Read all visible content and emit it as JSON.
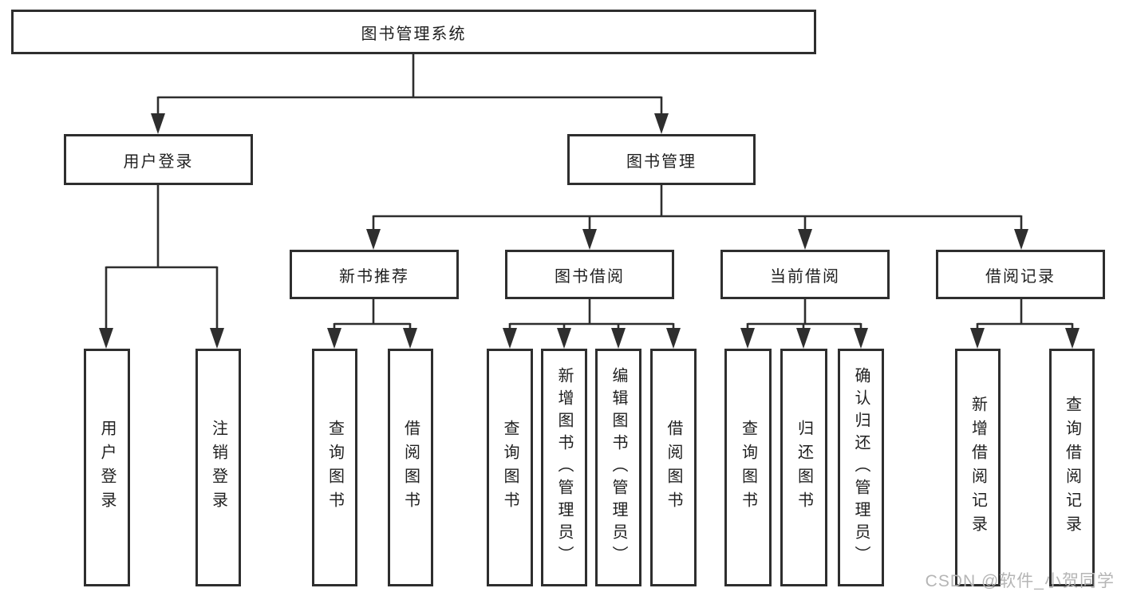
{
  "diagram": {
    "root": {
      "label": "图书管理系统"
    },
    "branches": [
      {
        "label": "用户登录",
        "children": [
          {
            "label": "用户登录"
          },
          {
            "label": "注销登录"
          }
        ]
      },
      {
        "label": "图书管理",
        "children": [
          {
            "label": "新书推荐",
            "children": [
              {
                "label": "查询图书"
              },
              {
                "label": "借阅图书"
              }
            ]
          },
          {
            "label": "图书借阅",
            "children": [
              {
                "label": "查询图书"
              },
              {
                "label": "新增图书（管理员）"
              },
              {
                "label": "编辑图书（管理员）"
              },
              {
                "label": "借阅图书"
              }
            ]
          },
          {
            "label": "当前借阅",
            "children": [
              {
                "label": "查询图书"
              },
              {
                "label": "归还图书"
              },
              {
                "label": "确认归还（管理员）"
              }
            ]
          },
          {
            "label": "借阅记录",
            "children": [
              {
                "label": "新增借阅记录"
              },
              {
                "label": "查询借阅记录"
              }
            ]
          }
        ]
      }
    ],
    "watermark": "CSDN @软件_小贺同学",
    "colors": {
      "line": "#2e2e2e",
      "text": "#1f1f1f",
      "background": "#ffffff",
      "watermark": "#b5b5b5"
    }
  }
}
